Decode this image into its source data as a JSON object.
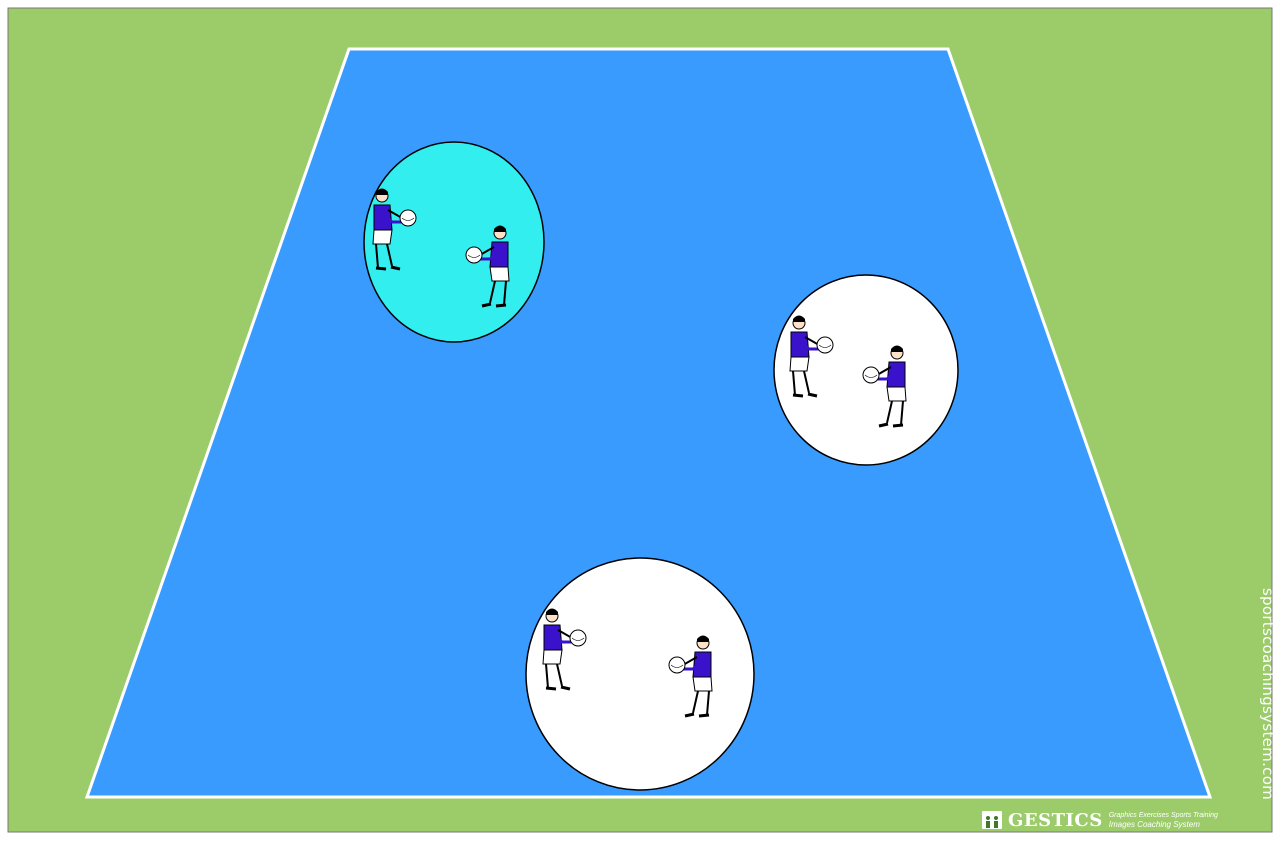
{
  "colors": {
    "grass": "#9ccc6a",
    "court": "#3a9bff",
    "line": "#ffffff",
    "zone_cyan": "#33eeee",
    "zone_white": "#ffffff",
    "shirt": "#3a12cc",
    "shorts": "#ffffff",
    "outline": "#000000"
  },
  "zones": [
    {
      "name": "zone-top-left",
      "fill": "cyan",
      "players": 2
    },
    {
      "name": "zone-right",
      "fill": "white",
      "players": 2
    },
    {
      "name": "zone-bottom",
      "fill": "white",
      "players": 2
    }
  ],
  "watermark": {
    "url": "sportscoachingsystem.com",
    "brand": "GESTICS",
    "tagline_1": "Graphics Exercises Sports Training",
    "tagline_2": "Images Coaching System"
  }
}
